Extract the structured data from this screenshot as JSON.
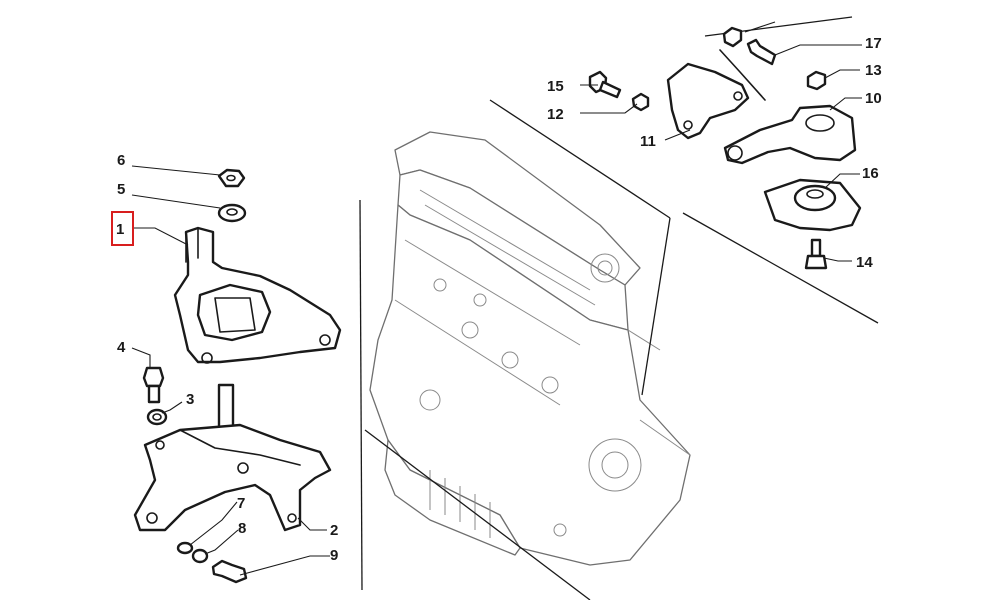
{
  "callouts": {
    "c1": "1",
    "c2": "2",
    "c3": "3",
    "c4": "4",
    "c5": "5",
    "c6": "6",
    "c7": "7",
    "c8": "8",
    "c9": "9",
    "c10": "10",
    "c11": "11",
    "c12": "12",
    "c13": "13",
    "c14": "14",
    "c15": "15",
    "c16": "16",
    "c17": "17"
  },
  "highlight": {
    "color": "#d81e1e",
    "target": "1"
  }
}
